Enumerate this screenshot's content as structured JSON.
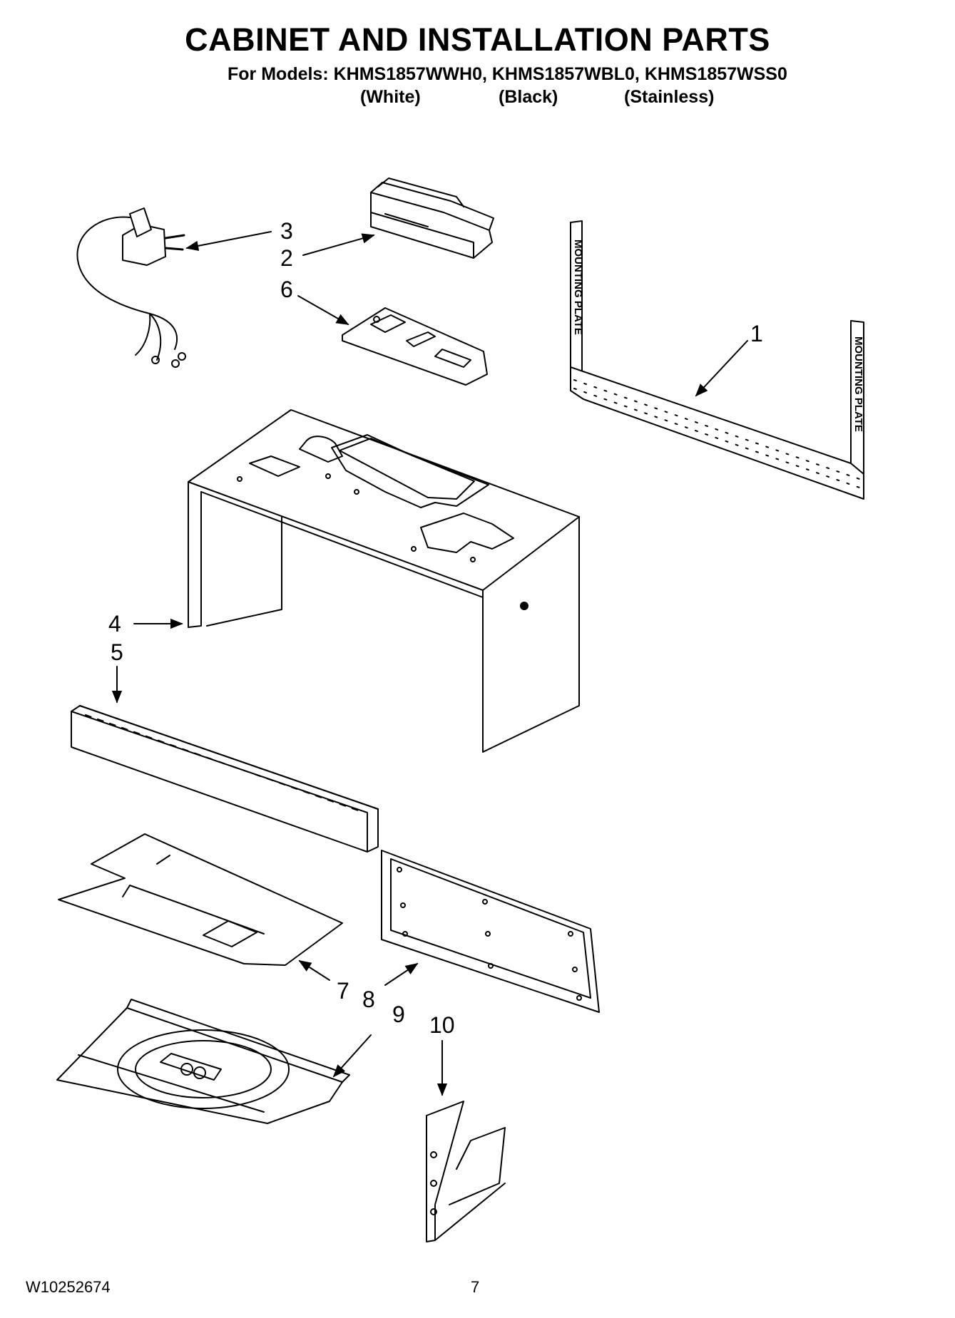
{
  "header": {
    "title": "CABINET AND INSTALLATION PARTS",
    "models_line": "For Models: KHMS1857WWH0, KHMS1857WBL0, KHMS1857WSS0",
    "variants": [
      "(White)",
      "(Black)",
      "(Stainless)"
    ]
  },
  "callouts": [
    "1",
    "2",
    "3",
    "4",
    "5",
    "6",
    "7",
    "8",
    "9",
    "10"
  ],
  "mounting_plate_text": "MOUNTING PLATE",
  "footer": {
    "doc_number": "W10252674",
    "page_number": "7"
  }
}
